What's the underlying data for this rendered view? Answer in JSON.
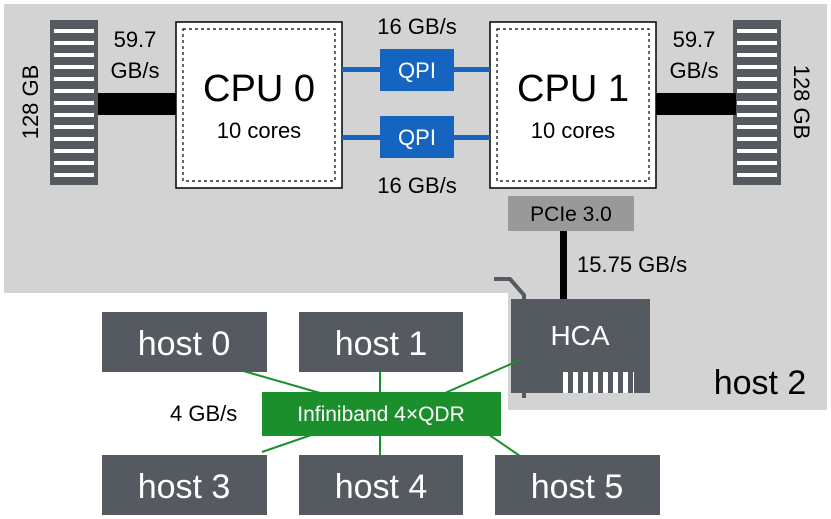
{
  "colors": {
    "host_region": "#d3d3d3",
    "host_box": "#555a60",
    "qpi": "#1565c0",
    "infiniband": "#1a8f2c",
    "pcie": "#999999",
    "link": "#000000",
    "memory": "#555a60"
  },
  "memory": {
    "left_size": "128 GB",
    "right_size": "128 GB",
    "left_bw_1": "59.7",
    "left_bw_2": "GB/s",
    "right_bw_1": "59.7",
    "right_bw_2": "GB/s"
  },
  "cpus": [
    {
      "name": "CPU 0",
      "cores": "10 cores"
    },
    {
      "name": "CPU 1",
      "cores": "10 cores"
    }
  ],
  "qpi": {
    "top_bw": "16 GB/s",
    "bottom_bw": "16 GB/s",
    "label_top": "QPI",
    "label_bottom": "QPI"
  },
  "pcie": {
    "label": "PCIe 3.0",
    "bandwidth": "15.75 GB/s"
  },
  "hca": {
    "label": "HCA"
  },
  "host2": {
    "label": "host 2"
  },
  "network": {
    "label": "Infiniband 4×QDR",
    "bandwidth": "4 GB/s"
  },
  "hosts": {
    "h0": "host 0",
    "h1": "host 1",
    "h3": "host 3",
    "h4": "host 4",
    "h5": "host 5"
  }
}
